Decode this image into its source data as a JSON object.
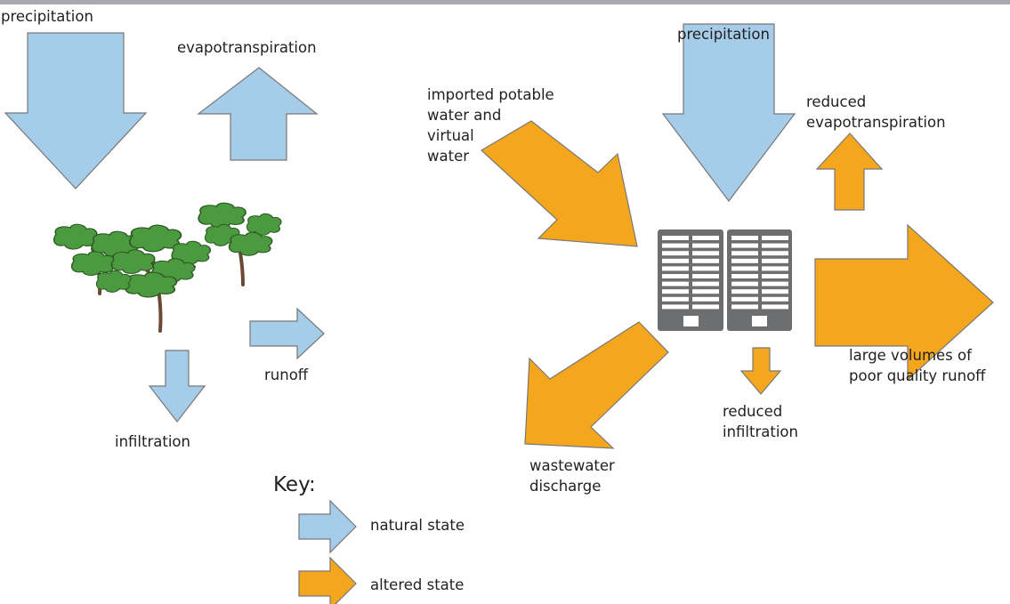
{
  "colors": {
    "natural": "#a5cde9",
    "altered": "#f4a71d",
    "arrow_stroke": "#777777",
    "tree_leaf": "#4c9a3f",
    "tree_leaf_dark": "#2e5a24",
    "trunk": "#6b4a34",
    "building": "#6d6e70",
    "text": "#231f20"
  },
  "natural": {
    "precipitation": "precipitation",
    "evapotranspiration": "evapotranspiration",
    "runoff": "runoff",
    "infiltration": "infiltration",
    "icon": "trees-icon"
  },
  "urban": {
    "imported_water": [
      "imported potable",
      "water and",
      "virtual",
      "water"
    ],
    "precipitation": "precipitation",
    "reduced_evapotranspiration": [
      "reduced",
      "evapotranspiration"
    ],
    "large_runoff": [
      "large volumes of",
      "poor quality runoff"
    ],
    "reduced_infiltration": [
      "reduced",
      "infiltration"
    ],
    "wastewater": [
      "wastewater",
      "discharge"
    ],
    "icon": "buildings-icon"
  },
  "key": {
    "title": "Key:",
    "natural_state": "natural state",
    "altered_state": "altered state"
  }
}
